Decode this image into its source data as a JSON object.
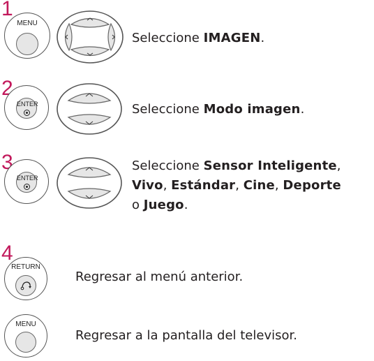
{
  "steps": [
    {
      "number": "1",
      "button_label": "MENU",
      "instruction": {
        "prefix": "Seleccione ",
        "bold": "IMAGEN",
        "suffix": "."
      }
    },
    {
      "number": "2",
      "button_label": "ENTER",
      "instruction": {
        "prefix": "Seleccione ",
        "bold": "Modo imagen",
        "suffix": "."
      }
    },
    {
      "number": "3",
      "button_label": "ENTER",
      "instruction": {
        "prefix": "Seleccione ",
        "opt1": "Sensor Inteligente",
        "opt2": "Vivo",
        "opt3": "Estándar",
        "opt4": "Cine",
        "opt5": "Deporte",
        "or": "o",
        "opt6": "Juego",
        "sep": ",",
        "end": "."
      }
    },
    {
      "number": "4",
      "button_label": "RETURN",
      "instruction": "Regresar al menú anterior."
    },
    {
      "number": "",
      "button_label": "MENU",
      "instruction": "Regresar a la pantalla del televisor."
    }
  ],
  "colors": {
    "step_number": "#c2185b",
    "text": "#231f20"
  }
}
